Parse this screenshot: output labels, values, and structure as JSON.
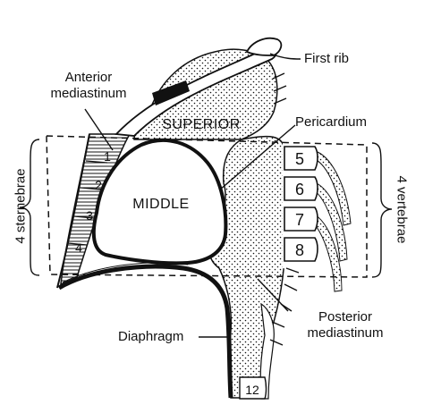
{
  "labels": {
    "first_rib": "First rib",
    "anterior_line1": "Anterior",
    "anterior_line2": "mediastinum",
    "superior": "SUPERIOR",
    "pericardium": "Pericardium",
    "middle": "MIDDLE",
    "four_sternebrae": "4 sternebrae",
    "four_vertebrae": "4 vertebrae",
    "diaphragm": "Diaphragm",
    "posterior_line1": "Posterior",
    "posterior_line2": "mediastinum"
  },
  "sternebrae": [
    "1",
    "2",
    "3",
    "4"
  ],
  "vertebrae": [
    "5",
    "6",
    "7",
    "8"
  ],
  "lower_vertebra": "12",
  "colors": {
    "ink": "#111111",
    "background": "#ffffff"
  }
}
